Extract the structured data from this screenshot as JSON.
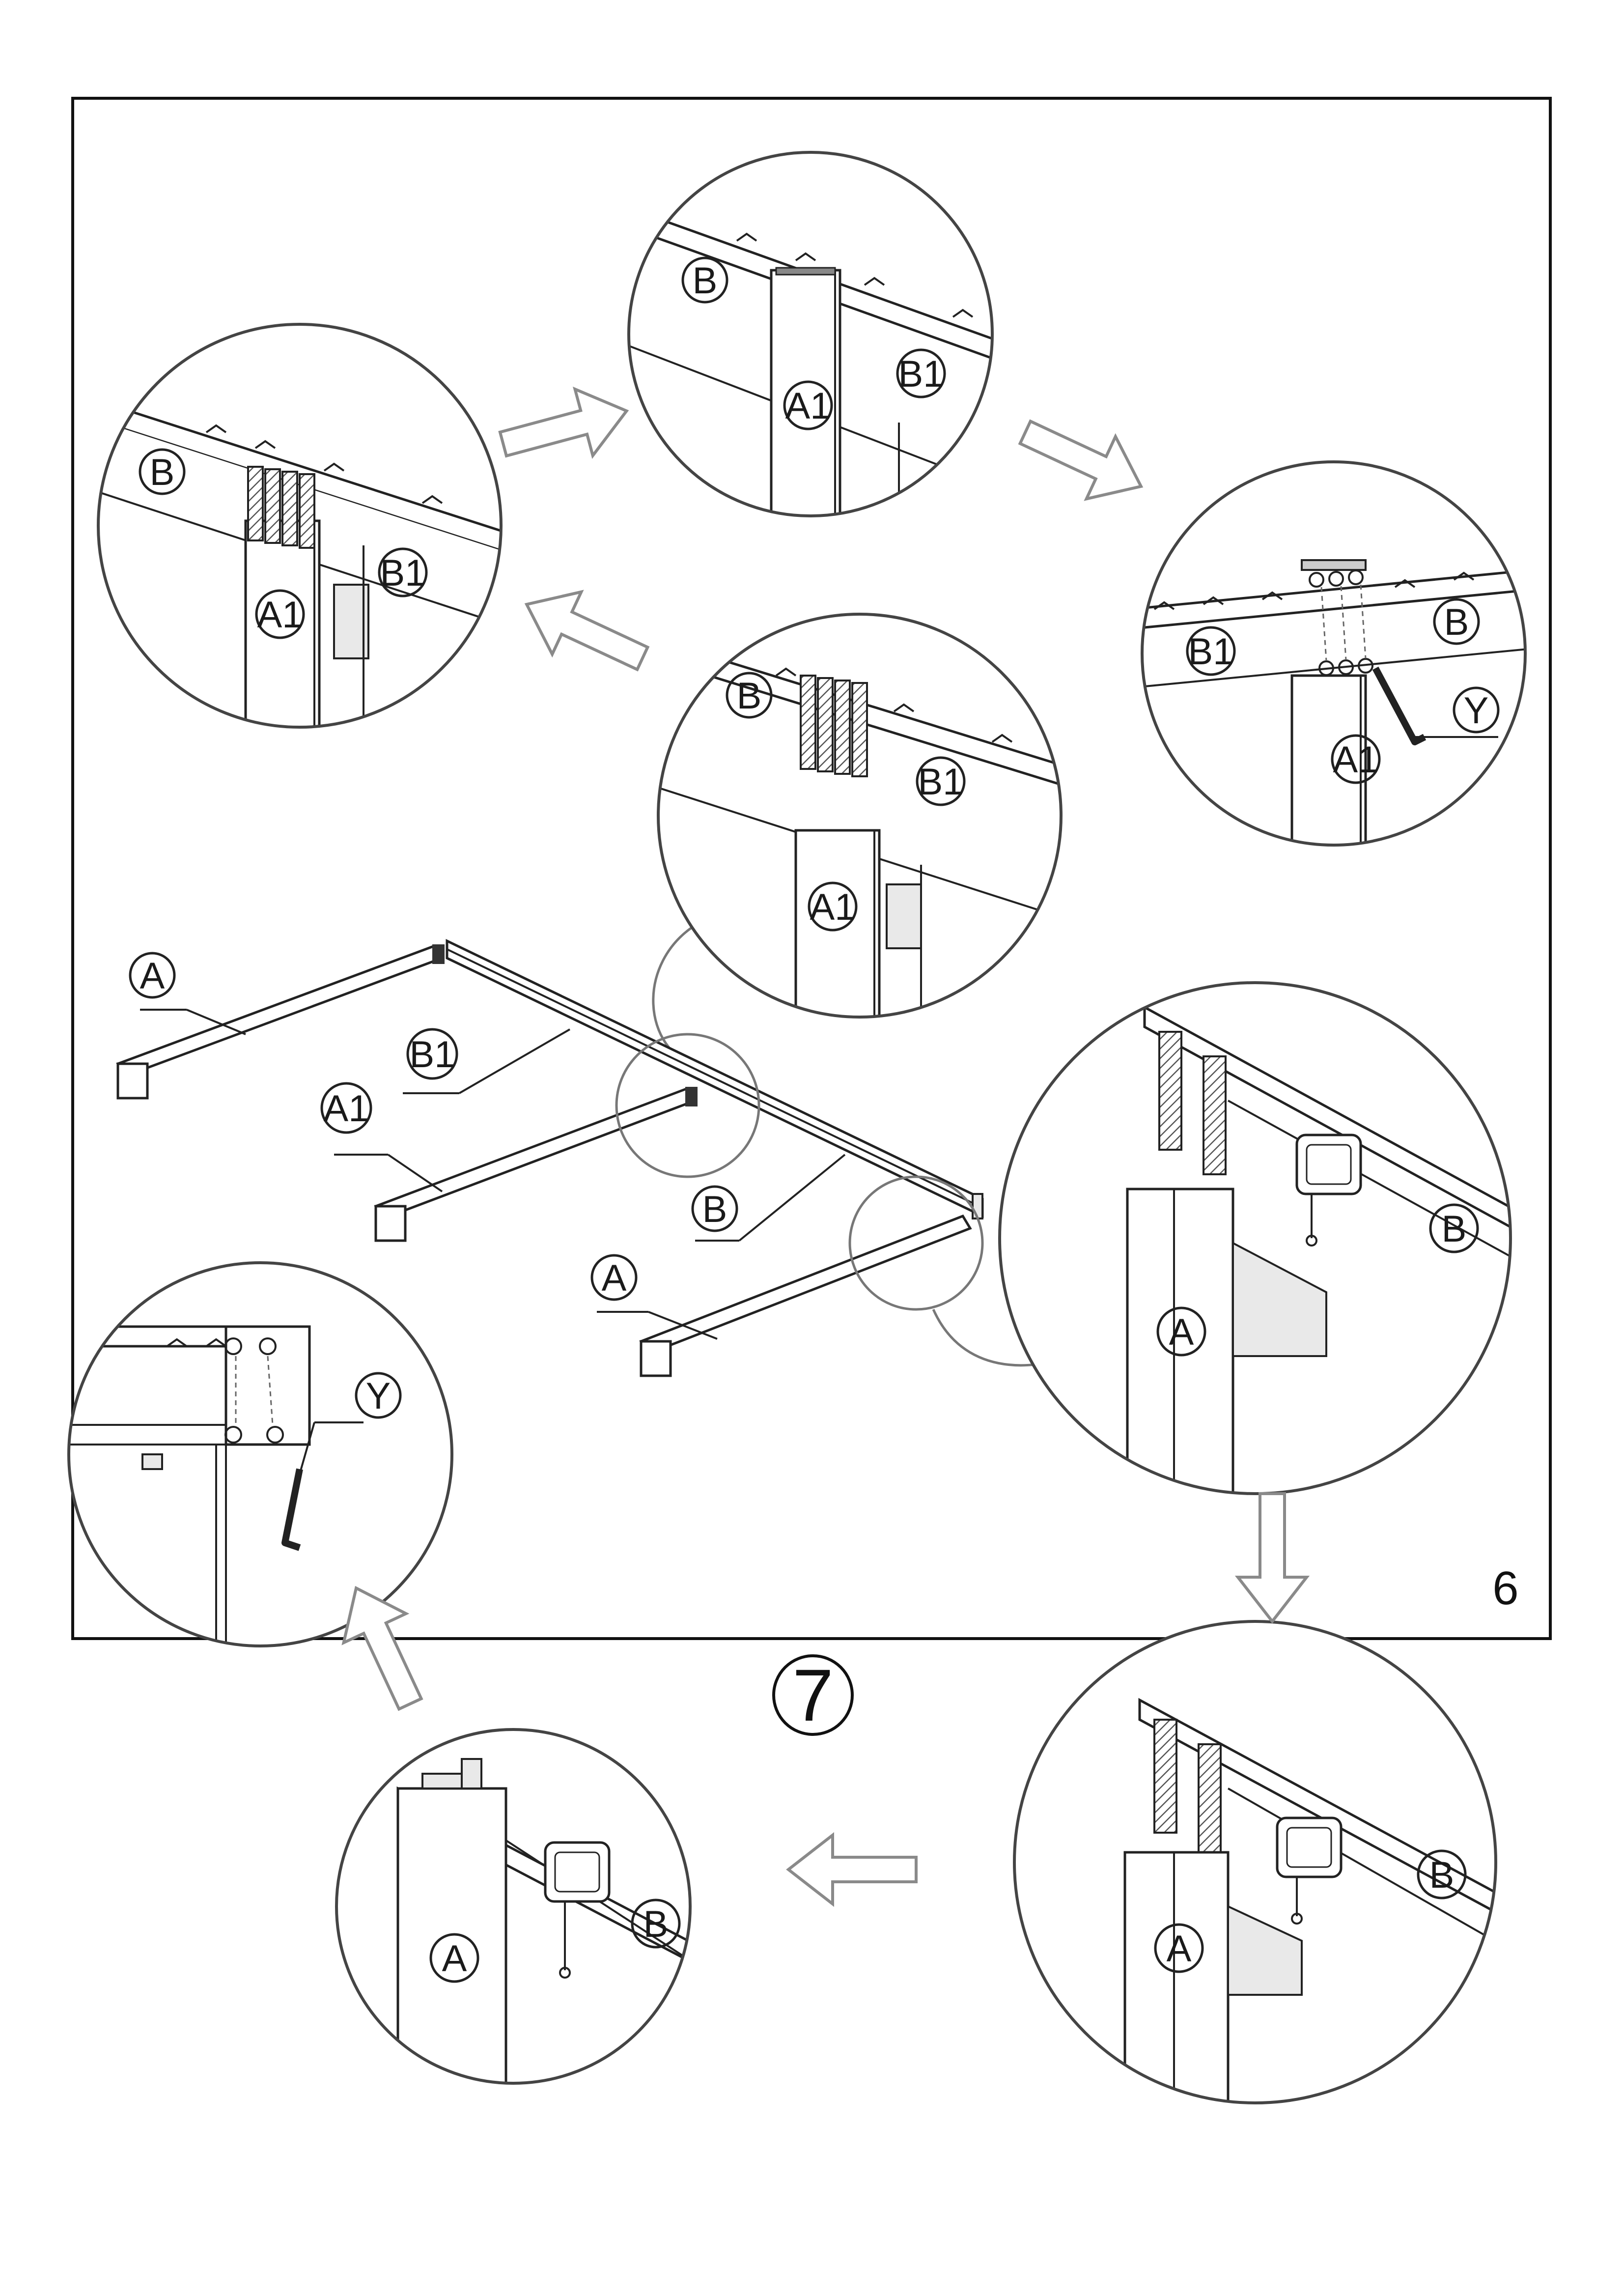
{
  "page_number": "6",
  "step_number": "7",
  "labels": {
    "a": "A",
    "a1": "A1",
    "b": "B",
    "b1": "B1",
    "y": "Y"
  },
  "colors": {
    "line": "#222222",
    "lens_border": "#777777",
    "arrow_outline": "#8a8a8a",
    "hatch": "#555555"
  },
  "icons": [
    "hex-key-icon",
    "cam-lock-icon",
    "flow-arrow-icon"
  ]
}
